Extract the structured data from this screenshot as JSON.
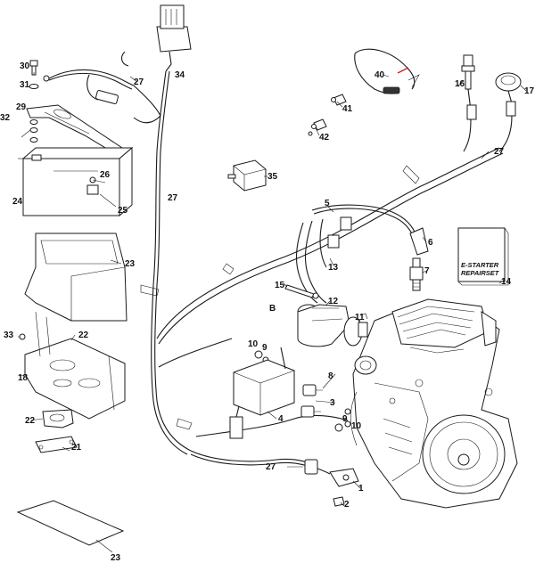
{
  "diagram": {
    "callouts": [
      {
        "id": "c30",
        "text": "30"
      },
      {
        "id": "c31",
        "text": "31"
      },
      {
        "id": "c29",
        "text": "29"
      },
      {
        "id": "c32",
        "text": "32"
      },
      {
        "id": "c26",
        "text": "26"
      },
      {
        "id": "c24",
        "text": "24"
      },
      {
        "id": "c25",
        "text": "25"
      },
      {
        "id": "c23a",
        "text": "23"
      },
      {
        "id": "c33",
        "text": "33"
      },
      {
        "id": "c22a",
        "text": "22"
      },
      {
        "id": "c18",
        "text": "18"
      },
      {
        "id": "c22b",
        "text": "22"
      },
      {
        "id": "c21",
        "text": "21"
      },
      {
        "id": "c23b",
        "text": "23"
      },
      {
        "id": "c34",
        "text": "34"
      },
      {
        "id": "c27a",
        "text": "27"
      },
      {
        "id": "c27b",
        "text": "27"
      },
      {
        "id": "c35",
        "text": "35"
      },
      {
        "id": "c40",
        "text": "40"
      },
      {
        "id": "c41",
        "text": "41"
      },
      {
        "id": "c42",
        "text": "42"
      },
      {
        "id": "c16",
        "text": "16"
      },
      {
        "id": "c17",
        "text": "17"
      },
      {
        "id": "c27c",
        "text": "27"
      },
      {
        "id": "c5",
        "text": "5"
      },
      {
        "id": "c6",
        "text": "6"
      },
      {
        "id": "c7",
        "text": "7"
      },
      {
        "id": "c13",
        "text": "13"
      },
      {
        "id": "c15",
        "text": "15"
      },
      {
        "id": "c12",
        "text": "12"
      },
      {
        "id": "cB",
        "text": "B"
      },
      {
        "id": "c11",
        "text": "11"
      },
      {
        "id": "c10a",
        "text": "10"
      },
      {
        "id": "c9a",
        "text": "9"
      },
      {
        "id": "c8",
        "text": "8"
      },
      {
        "id": "c3",
        "text": "3"
      },
      {
        "id": "c4",
        "text": "4"
      },
      {
        "id": "c9b",
        "text": "9"
      },
      {
        "id": "c10b",
        "text": "10"
      },
      {
        "id": "c27d",
        "text": "27"
      },
      {
        "id": "c1",
        "text": "1"
      },
      {
        "id": "c2",
        "text": "2"
      },
      {
        "id": "c14",
        "text": "14"
      }
    ],
    "repair_note": {
      "line1": "E-STARTER",
      "line2": "REPAIRSET"
    }
  }
}
